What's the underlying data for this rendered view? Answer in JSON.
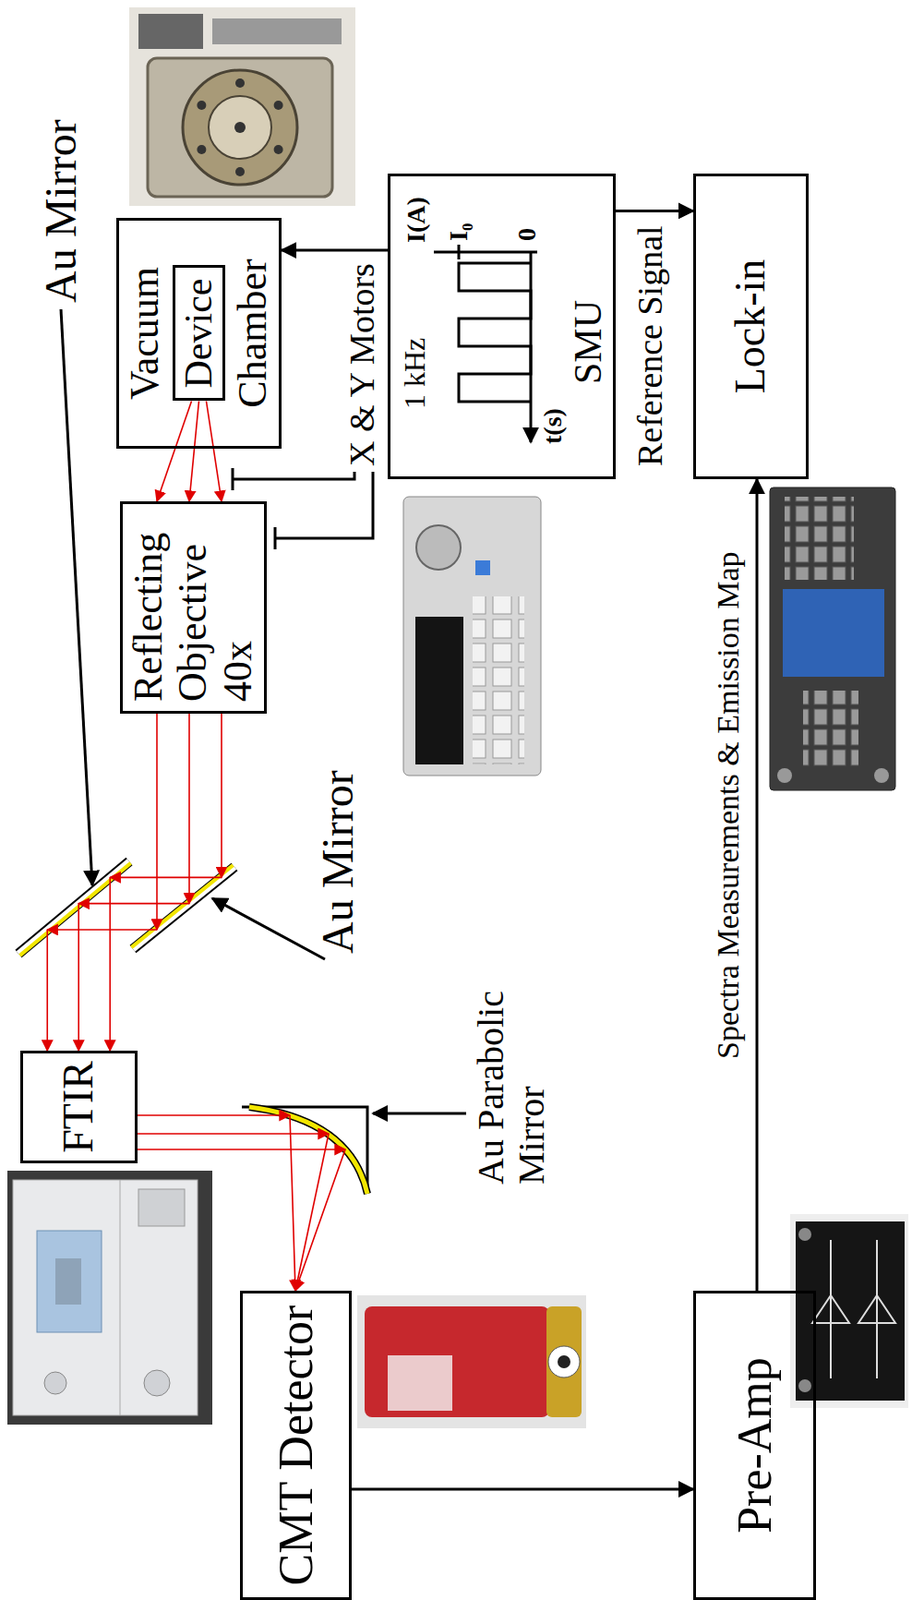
{
  "diagram": {
    "nodes": [
      {
        "text": [
          "Vacuum",
          "Chamber"
        ]
      },
      {
        "text": [
          "Device"
        ],
        "in": 0
      },
      {
        "text": [
          "Reflecting Objective 40x"
        ]
      },
      {
        "text": [
          "SMU"
        ]
      },
      {
        "text": [
          "Lock-in"
        ]
      },
      {
        "text": [
          "FTIR"
        ]
      },
      {
        "text": [
          "CMT Detector"
        ]
      },
      {
        "text": [
          "Pre-Amp"
        ]
      }
    ],
    "edges": [
      {
        "from": 3,
        "to": 0,
        "arrow": "to"
      },
      {
        "from": 3,
        "to": 4,
        "label": "Reference Signal",
        "arrow": "to"
      },
      {
        "from": 6,
        "to": 7,
        "arrow": "to"
      },
      {
        "from": 7,
        "to": 4,
        "label": "Spectra Measurements & Emission Map",
        "arrow": "to"
      },
      {
        "from": 1,
        "to": 2,
        "arrow": "to"
      },
      {
        "from": 2,
        "to": 5,
        "arrow": "to"
      },
      {
        "from": 5,
        "to": 6,
        "arrow": "to"
      }
    ],
    "labels": [
      "Au Mirror",
      "Au Mirror",
      "Au Parabolic Mirror",
      "X & Y Motors",
      "1 kHz",
      "I(A)",
      "I₀",
      "0",
      "t(s)"
    ]
  }
}
